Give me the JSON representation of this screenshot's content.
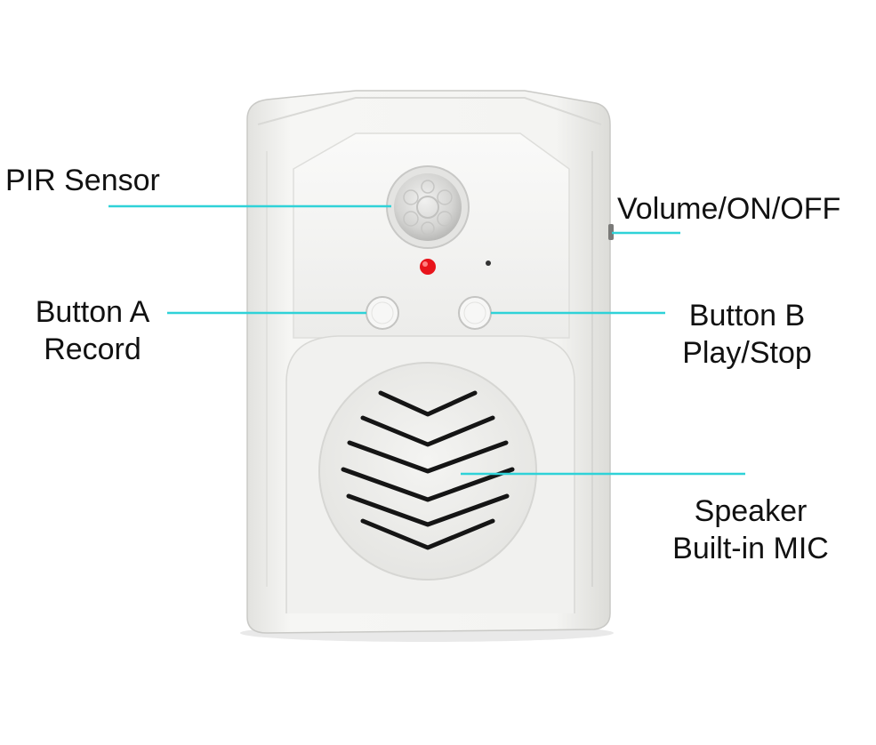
{
  "labels": {
    "pir": "PIR Sensor",
    "volume": "Volume/ON/OFF",
    "button_a_line1": "Button A",
    "button_a_line2": "Record",
    "button_b_line1": "Button B",
    "button_b_line2": "Play/Stop",
    "speaker_line1": "Speaker",
    "speaker_line2": "Built-in MIC"
  },
  "colors": {
    "leader_line": "#2fd2d8",
    "device_body": "#f3f3f1",
    "led": "#e8141b",
    "grille_slot": "#151515"
  },
  "icons": {
    "pir_lens": "pir-lens-icon",
    "led": "led-indicator-icon",
    "button_a": "button-a-icon",
    "button_b": "button-b-icon",
    "speaker_grille": "speaker-grille-icon"
  }
}
